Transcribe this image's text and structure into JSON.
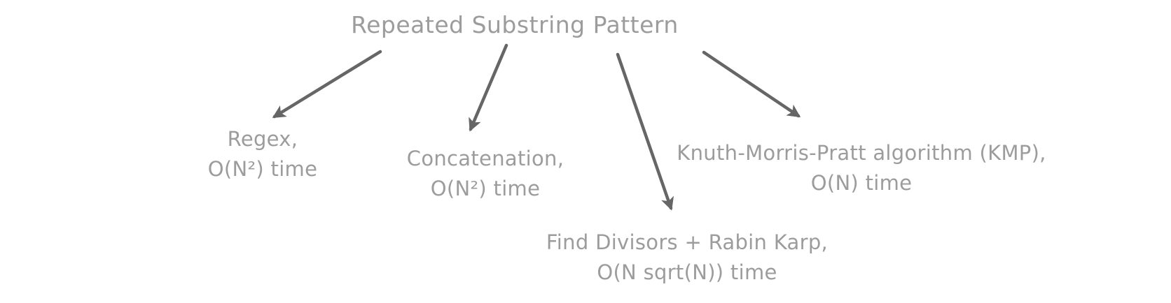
{
  "title": "Repeated Substring Pattern",
  "nodes": [
    {
      "id": "regex",
      "line1": "Regex,",
      "line2": "O(N²) time"
    },
    {
      "id": "concatenation",
      "line1": "Concatenation,",
      "line2": "O(N²) time"
    },
    {
      "id": "find-divisors-rabin-karp",
      "line1": "Find Divisors + Rabin Karp,",
      "line2": "O(N sqrt(N)) time"
    },
    {
      "id": "kmp",
      "line1": "Knuth-Morris-Pratt algorithm (KMP),",
      "line2": "O(N) time"
    }
  ],
  "colors": {
    "background": "#ffffff",
    "text": "#9c9c9c",
    "arrow": "#666666"
  }
}
